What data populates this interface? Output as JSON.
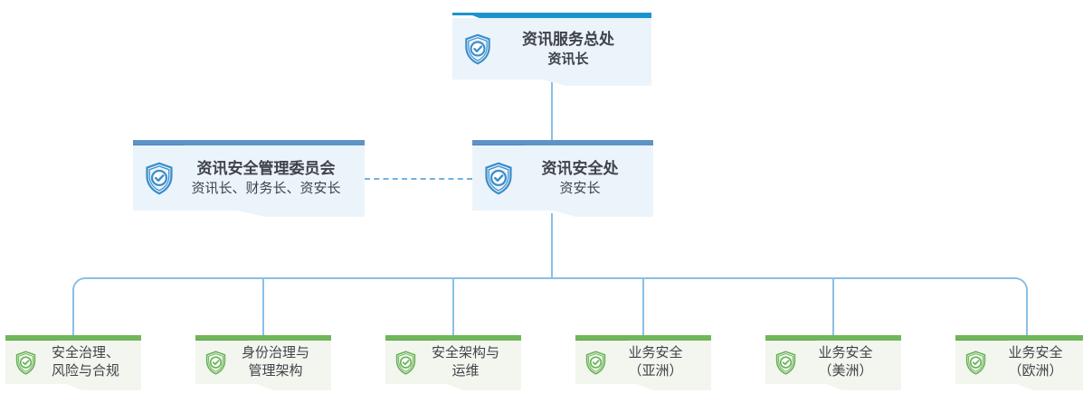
{
  "org_chart": {
    "root": {
      "title": "资讯服务总处",
      "subtitle": "资讯长"
    },
    "committee": {
      "title": "资讯安全管理委员会",
      "subtitle": "资讯长、财务长、资安长"
    },
    "security_office": {
      "title": "资讯安全处",
      "subtitle": "资安长"
    },
    "departments": [
      {
        "line1": "安全治理、",
        "line2": "风险与合规"
      },
      {
        "line1": "身份治理与",
        "line2": "管理架构"
      },
      {
        "line1": "安全架构与",
        "line2": "运维"
      },
      {
        "line1": "业务安全",
        "line2": "（亚洲）"
      },
      {
        "line1": "业务安全",
        "line2": "（美洲）"
      },
      {
        "line1": "业务安全",
        "line2": "（欧洲）"
      }
    ],
    "icons": {
      "top_nodes": "shield-check-icon",
      "departments": "shield-check-icon"
    },
    "colors": {
      "root_bar": "#1b94cd",
      "mid_bar": "#5d93c7",
      "dept_bar": "#70b65a",
      "body_blue": "#ecf4fb",
      "body_green": "#f2f6ee",
      "connector": "#8abfe6",
      "text": "#3e4349",
      "icon_blue": "#3a8ecb",
      "icon_green": "#68b357"
    }
  }
}
